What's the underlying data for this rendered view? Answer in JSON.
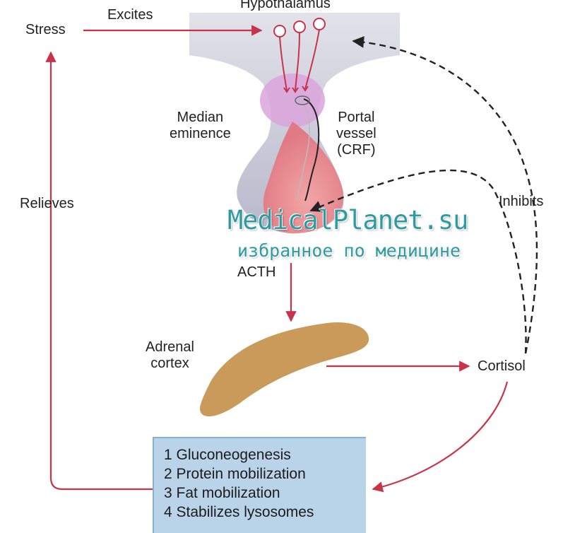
{
  "labels": {
    "stress": "Stress",
    "excites": "Excites",
    "hypothalamus": "Hypothalamus",
    "median_eminence": "Median\neminence",
    "portal_vessel": "Portal\nvessel\n(CRF)",
    "relieves": "Relieves",
    "inhibits": "Inhibits",
    "acth": "ACTH",
    "adrenal_cortex": "Adrenal\ncortex",
    "cortisol": "Cortisol"
  },
  "effects": [
    "1 Gluconeogenesis",
    "2 Protein mobilization",
    "3 Fat mobilization",
    "4 Stabilizes lysosomes"
  ],
  "watermark": {
    "line1": "MedicalPlanet.su",
    "line2": "избранное по медицине"
  },
  "colors": {
    "arrow_red": "#c8334a",
    "dashed_black": "#222222",
    "adrenal": "#c99a5a",
    "pituitary": "#e8949a",
    "effects_box": "#b9d3e8",
    "watermark": "#2f9aa0"
  }
}
